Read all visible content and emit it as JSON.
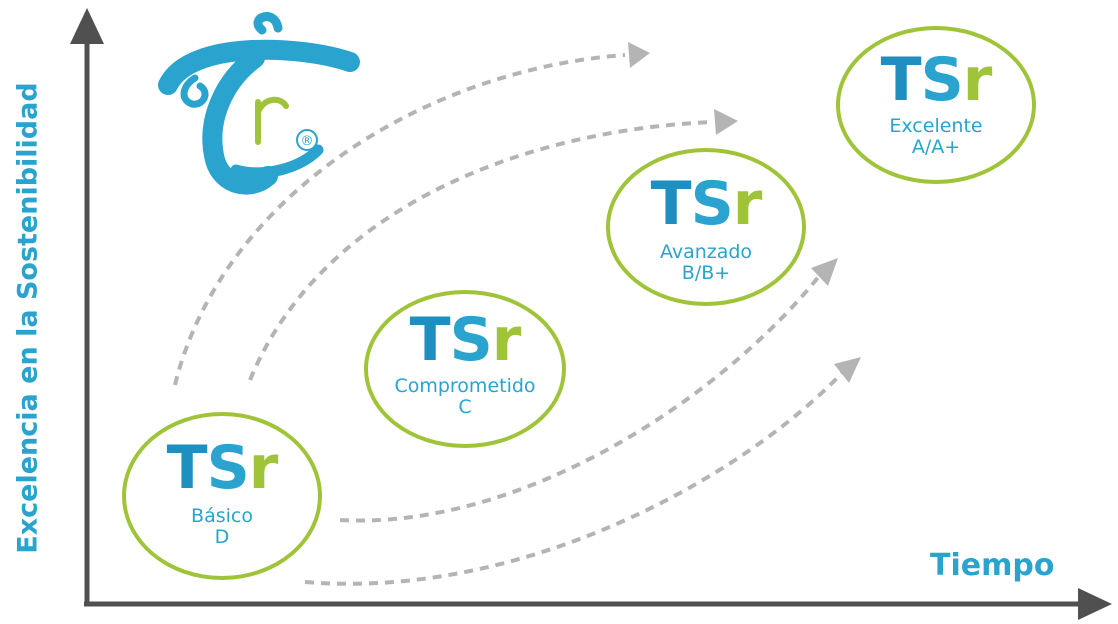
{
  "axes": {
    "y_label": "Excelencia en la Sostenibilidad",
    "x_label": "Tiempo"
  },
  "logo": {
    "mark": "TR",
    "registered": "®"
  },
  "brand": {
    "t": "T",
    "s": "S",
    "r": "r"
  },
  "levels": [
    {
      "name": "Básico",
      "grade": "D"
    },
    {
      "name": "Comprometido",
      "grade": "C"
    },
    {
      "name": "Avanzado",
      "grade": "B/B+"
    },
    {
      "name": "Excelente",
      "grade": "A/A+"
    }
  ],
  "colors": {
    "blue": "#2aa3cf",
    "dark_blue": "#1f8fc0",
    "green": "#9fc43a",
    "axis": "#505050",
    "arrow": "#b4b4b4"
  }
}
